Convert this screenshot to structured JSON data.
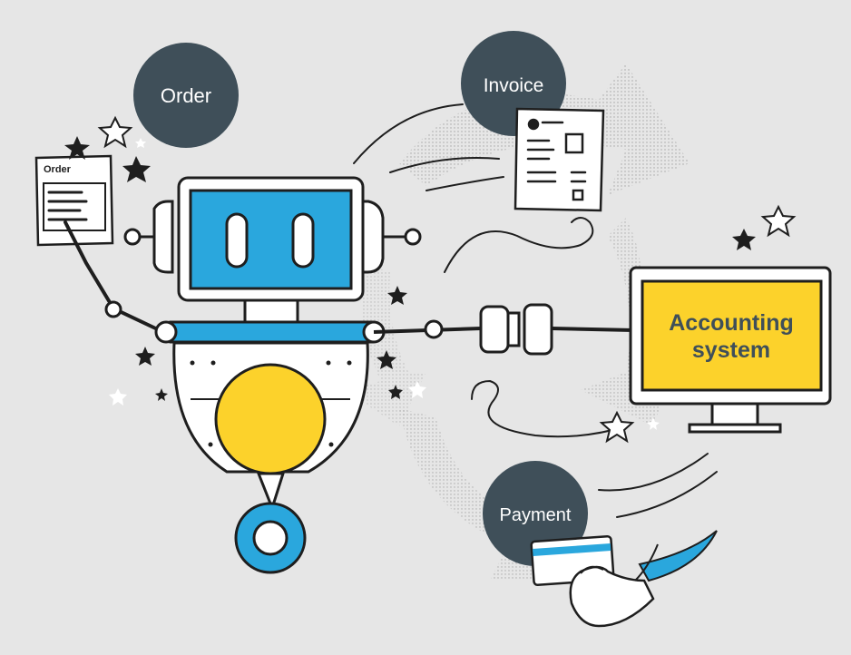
{
  "bubbles": {
    "order": "Order",
    "invoice": "Invoice",
    "payment": "Payment"
  },
  "order_doc": {
    "title": "Order"
  },
  "monitor": {
    "line1": "Accounting",
    "line2": "system"
  },
  "colors": {
    "background": "#e6e6e6",
    "bubble": "#3f4f59",
    "screen_blue": "#2aa7dd",
    "accent_yellow": "#fcd22b",
    "outline": "#1e1e1e"
  },
  "icons": [
    "star-icon",
    "document-icon",
    "card-icon",
    "hand-icon",
    "plug-icon",
    "robot-icon",
    "monitor-icon"
  ]
}
